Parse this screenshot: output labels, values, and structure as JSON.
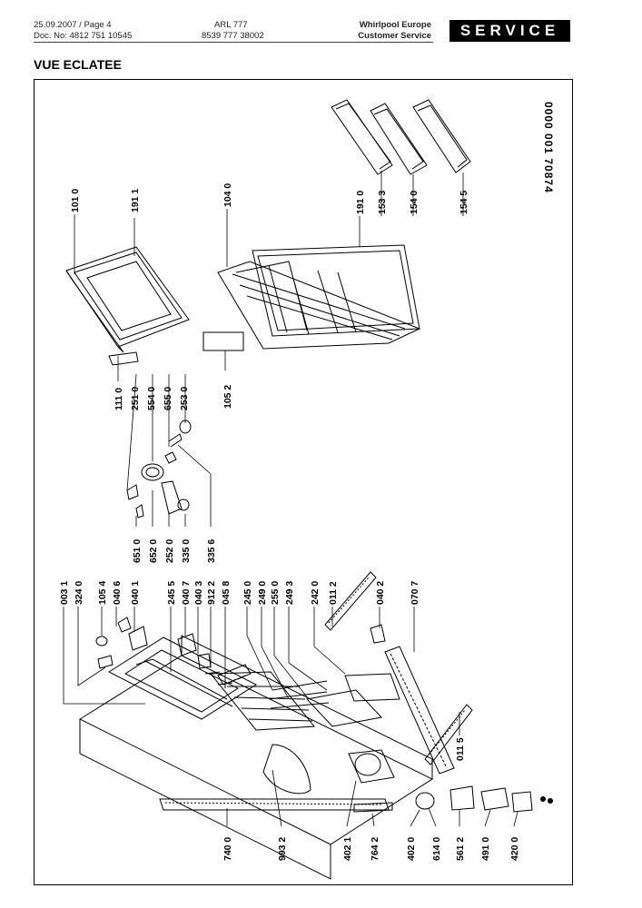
{
  "header": {
    "date_page": "25.09.2007 / Page 4",
    "doc_no": "Doc. No: 4812 751 10545",
    "model": "ARL 777",
    "model_code": "8539 777 38002",
    "company": "Whirlpool Europe",
    "department": "Customer Service",
    "badge": "SERVICE"
  },
  "page_title": "VUE ECLATEE",
  "diagram": {
    "doc_number": "0000  001 70874",
    "part_labels": [
      "101 0",
      "191 1",
      "104 0",
      "191 0",
      "153 3",
      "154 0",
      "154 5",
      "111 0",
      "251 0",
      "554 0",
      "655 0",
      "253 0",
      "105 2",
      "651 0",
      "652 0",
      "252 0",
      "335 0",
      "335 6",
      "003 1",
      "324 0",
      "105 4",
      "040 6",
      "040 1",
      "245 5",
      "040 7",
      "040 3",
      "912 2",
      "045 8",
      "245 0",
      "249 0",
      "255 0",
      "249 3",
      "242 0",
      "011 2",
      "040 2",
      "070 7",
      "011 5",
      "740 0",
      "993 2",
      "402 1",
      "764 2",
      "402 0",
      "614 0",
      "561 2",
      "491 0",
      "420 0"
    ]
  }
}
